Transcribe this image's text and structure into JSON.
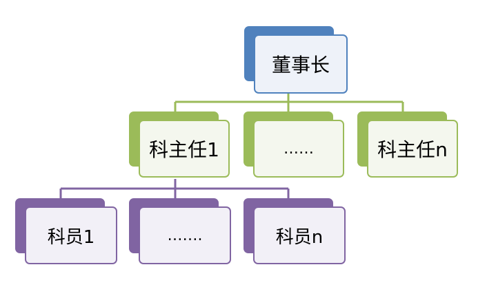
{
  "diagram": {
    "colors": {
      "level1": "#4f81bd",
      "level2": "#9bbb59",
      "level3": "#8064a2"
    },
    "root": {
      "label": "董事长"
    },
    "managers": [
      {
        "label": "科主任1"
      },
      {
        "label": "……"
      },
      {
        "label": "科主任n"
      }
    ],
    "staff": [
      {
        "label": "科员1"
      },
      {
        "label": "……."
      },
      {
        "label": "科员n"
      }
    ]
  }
}
